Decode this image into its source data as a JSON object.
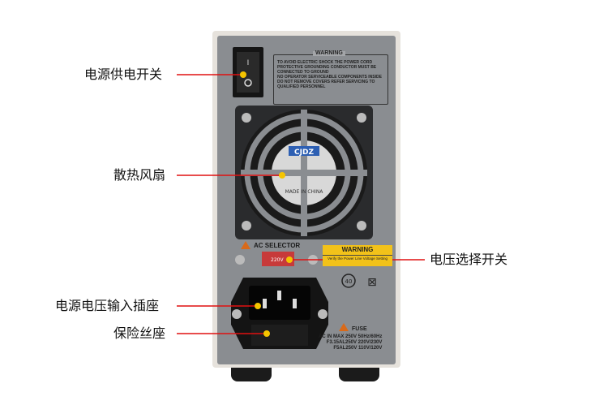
{
  "callouts": {
    "power_switch": "电源供电开关",
    "cooling_fan": "散热风扇",
    "voltage_selector": "电压选择开关",
    "power_inlet": "电源电压输入插座",
    "fuse_holder": "保险丝座"
  },
  "device": {
    "warning_title": "WARNING",
    "warning_text": [
      "TO AVOID ELECTRIC SHOCK THE POWER CORD",
      "PROTECTIVE GROUNDING CONDUCTOR MUST BE",
      "CONNECTED TO GROUND",
      "NO OPERATOR SERVICEABLE COMPONENTS INSIDE",
      "DO NOT REMOVE COVERS REFER SERVICING TO",
      "QUALIFIED PERSONNEL"
    ],
    "ac_selector_label": "AC SELECTOR",
    "selector_value": "220V",
    "voltage_warning_title": "WARNING",
    "voltage_warning_text": "Verify the Power Line Voltage Setting",
    "fuse_label": "FUSE",
    "fuse_specs": [
      "AC IN MAX 250V 50Hz/60Hz",
      "F3.15AL250V  220V/230V",
      "F5AL250V  110V/120V"
    ],
    "fan_text": "MADE IN CHINA",
    "fan_brand": "CJDZ",
    "eco_mark": "40"
  },
  "colors": {
    "accent": "#e01010",
    "dot": "#f5c400",
    "panel": "#85888c"
  }
}
